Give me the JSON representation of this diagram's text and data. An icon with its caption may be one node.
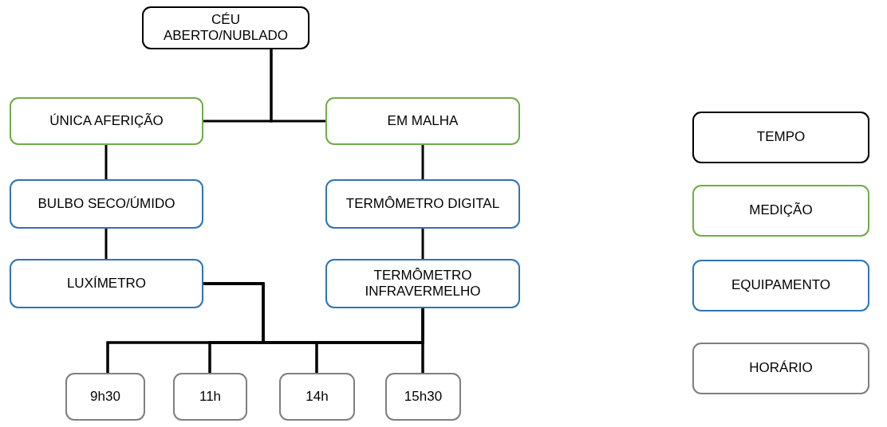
{
  "diagram": {
    "nodes": [
      {
        "text": [
          "CÉU ABERTO/NUBLADO"
        ]
      },
      {
        "text": [
          "ÚNICA AFERIÇÃO"
        ]
      },
      {
        "text": [
          "EM MALHA"
        ]
      },
      {
        "text": [
          "BULBO SECO/ÚMIDO"
        ]
      },
      {
        "text": [
          "TERMÔMETRO DIGITAL"
        ]
      },
      {
        "text": [
          "LUXÍMETRO"
        ]
      },
      {
        "text": [
          "TERMÔMETRO INFRAVERMELHO"
        ]
      },
      {
        "text": [
          "9h30"
        ]
      },
      {
        "text": [
          "11h"
        ]
      },
      {
        "text": [
          "14h"
        ]
      },
      {
        "text": [
          "15h30"
        ]
      }
    ],
    "edges": [
      {
        "from": 0,
        "to": 1,
        "arrow": "none"
      },
      {
        "from": 0,
        "to": 2,
        "arrow": "none"
      },
      {
        "from": 1,
        "to": 3,
        "arrow": "none"
      },
      {
        "from": 2,
        "to": 4,
        "arrow": "none"
      },
      {
        "from": 3,
        "to": 5,
        "arrow": "none"
      },
      {
        "from": 4,
        "to": 6,
        "arrow": "none"
      },
      {
        "from": 5,
        "to": 7,
        "arrow": "none"
      },
      {
        "from": 5,
        "to": 8,
        "arrow": "none"
      },
      {
        "from": 5,
        "to": 9,
        "arrow": "none"
      },
      {
        "from": 5,
        "to": 10,
        "arrow": "none"
      },
      {
        "from": 6,
        "to": 7,
        "arrow": "none"
      },
      {
        "from": 6,
        "to": 8,
        "arrow": "none"
      },
      {
        "from": 6,
        "to": 9,
        "arrow": "none"
      },
      {
        "from": 6,
        "to": 10,
        "arrow": "none"
      }
    ],
    "legend": [
      {
        "text": "TEMPO",
        "color": "#000000"
      },
      {
        "text": "MEDIÇÃO",
        "color": "#70ad47"
      },
      {
        "text": "EQUIPAMENTO",
        "color": "#2e75b6"
      },
      {
        "text": "HORÁRIO",
        "color": "#7f7f7f"
      }
    ]
  }
}
